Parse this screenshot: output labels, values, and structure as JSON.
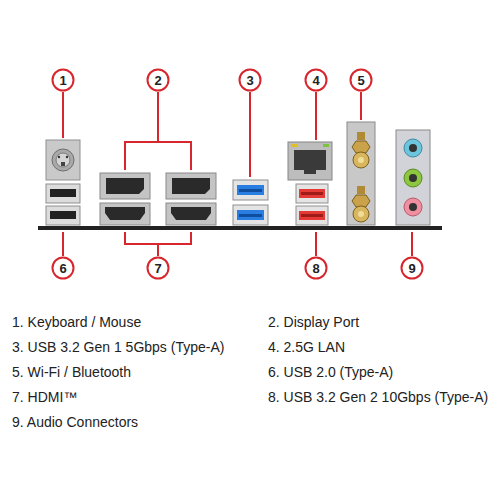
{
  "diagram": {
    "nodes": [
      {
        "text": [
          "1"
        ]
      },
      {
        "text": [
          "2"
        ]
      },
      {
        "text": [
          "3"
        ]
      },
      {
        "text": [
          "4"
        ]
      },
      {
        "text": [
          "5"
        ]
      },
      {
        "text": [
          "6"
        ]
      },
      {
        "text": [
          "7"
        ]
      },
      {
        "text": [
          "8"
        ]
      },
      {
        "text": [
          "9"
        ]
      }
    ],
    "labels": [
      "1. Keyboard / Mouse",
      "2. Display Port",
      "3. USB 3.2 Gen 1 5Gbps (Type-A)",
      "4. 2.5G LAN",
      "5. Wi-Fi / Bluetooth",
      "6. USB 2.0 (Type-A)",
      "7. HDMI™",
      "8. USB 3.2 Gen 2 10Gbps (Type-A)",
      "9. Audio Connectors"
    ]
  }
}
